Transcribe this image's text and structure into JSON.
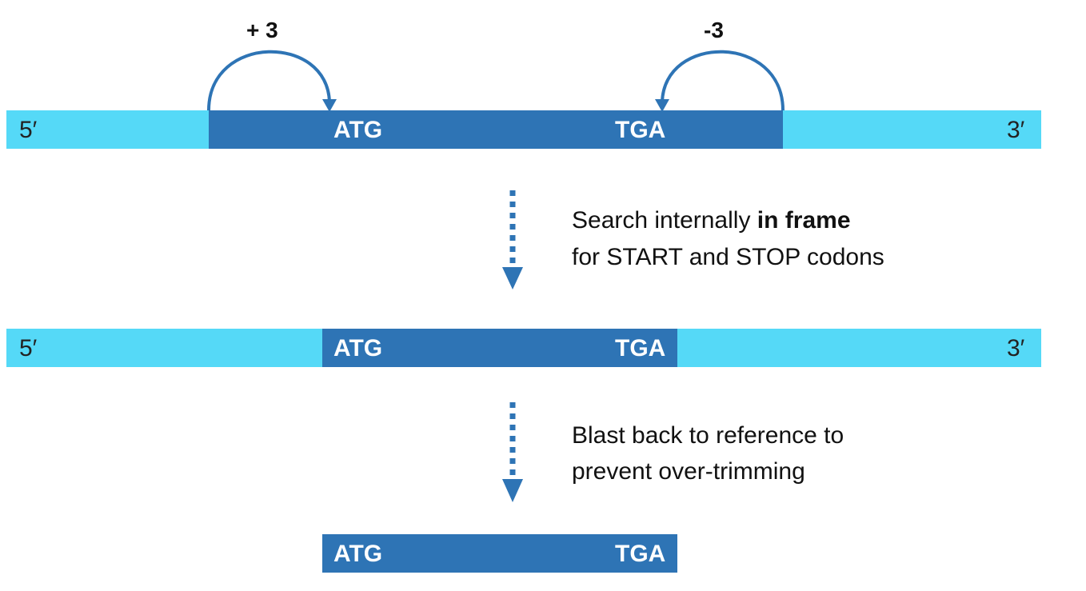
{
  "row1": {
    "five_prime": "5′",
    "three_prime": "3′",
    "start_codon": "ATG",
    "stop_codon": "TGA",
    "shift_start": "+ 3",
    "shift_stop": "-3"
  },
  "step1": {
    "line1_prefix": "Search internally ",
    "line1_bold": "in frame",
    "line2": "for START and STOP codons"
  },
  "row2": {
    "five_prime": "5′",
    "three_prime": "3′",
    "start_codon": "ATG",
    "stop_codon": "TGA"
  },
  "step2": {
    "line1": "Blast back to reference to",
    "line2": "prevent over-trimming"
  },
  "row3": {
    "start_codon": "ATG",
    "stop_codon": "TGA"
  },
  "colors": {
    "utr": "#55d9f7",
    "cds": "#2e74b5"
  }
}
